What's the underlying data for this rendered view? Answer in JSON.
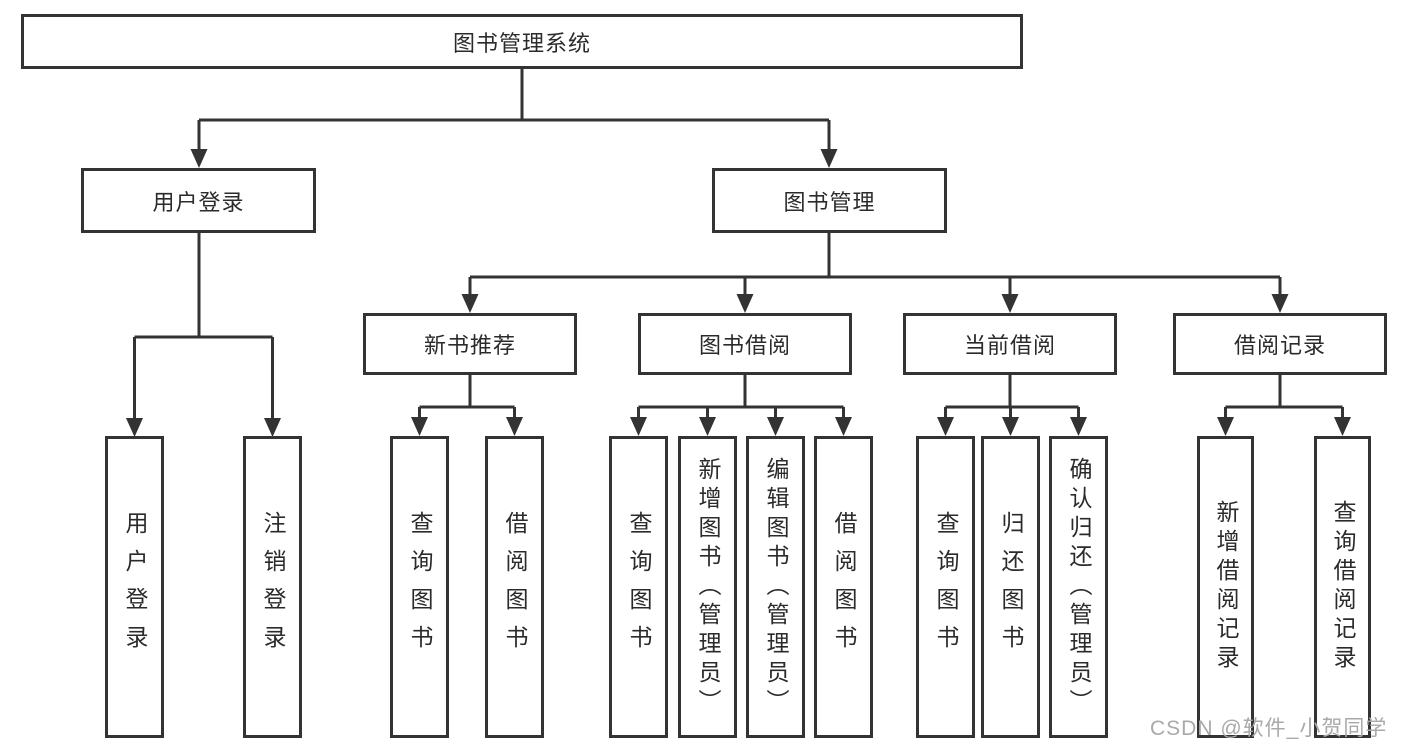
{
  "diagram": {
    "root": {
      "label": "图书管理系统"
    },
    "branches": [
      {
        "label": "用户登录",
        "children": [
          {
            "label": "用户登录"
          },
          {
            "label": "注销登录"
          }
        ]
      },
      {
        "label": "图书管理",
        "children": [
          {
            "label": "新书推荐",
            "children": [
              {
                "label": "查询图书"
              },
              {
                "label": "借阅图书"
              }
            ]
          },
          {
            "label": "图书借阅",
            "children": [
              {
                "label": "查询图书"
              },
              {
                "label": "新增图书（管理员）"
              },
              {
                "label": "编辑图书（管理员）"
              },
              {
                "label": "借阅图书"
              }
            ]
          },
          {
            "label": "当前借阅",
            "children": [
              {
                "label": "查询图书"
              },
              {
                "label": "归还图书"
              },
              {
                "label": "确认归还（管理员）"
              }
            ]
          },
          {
            "label": "借阅记录",
            "children": [
              {
                "label": "新增借阅记录"
              },
              {
                "label": "查询借阅记录"
              }
            ]
          }
        ]
      }
    ],
    "watermark": "CSDN @软件_小贺同学",
    "colors": {
      "line": "#333333",
      "text": "#2b2b2b",
      "watermark": "#a9a9a9",
      "background": "#ffffff"
    }
  }
}
